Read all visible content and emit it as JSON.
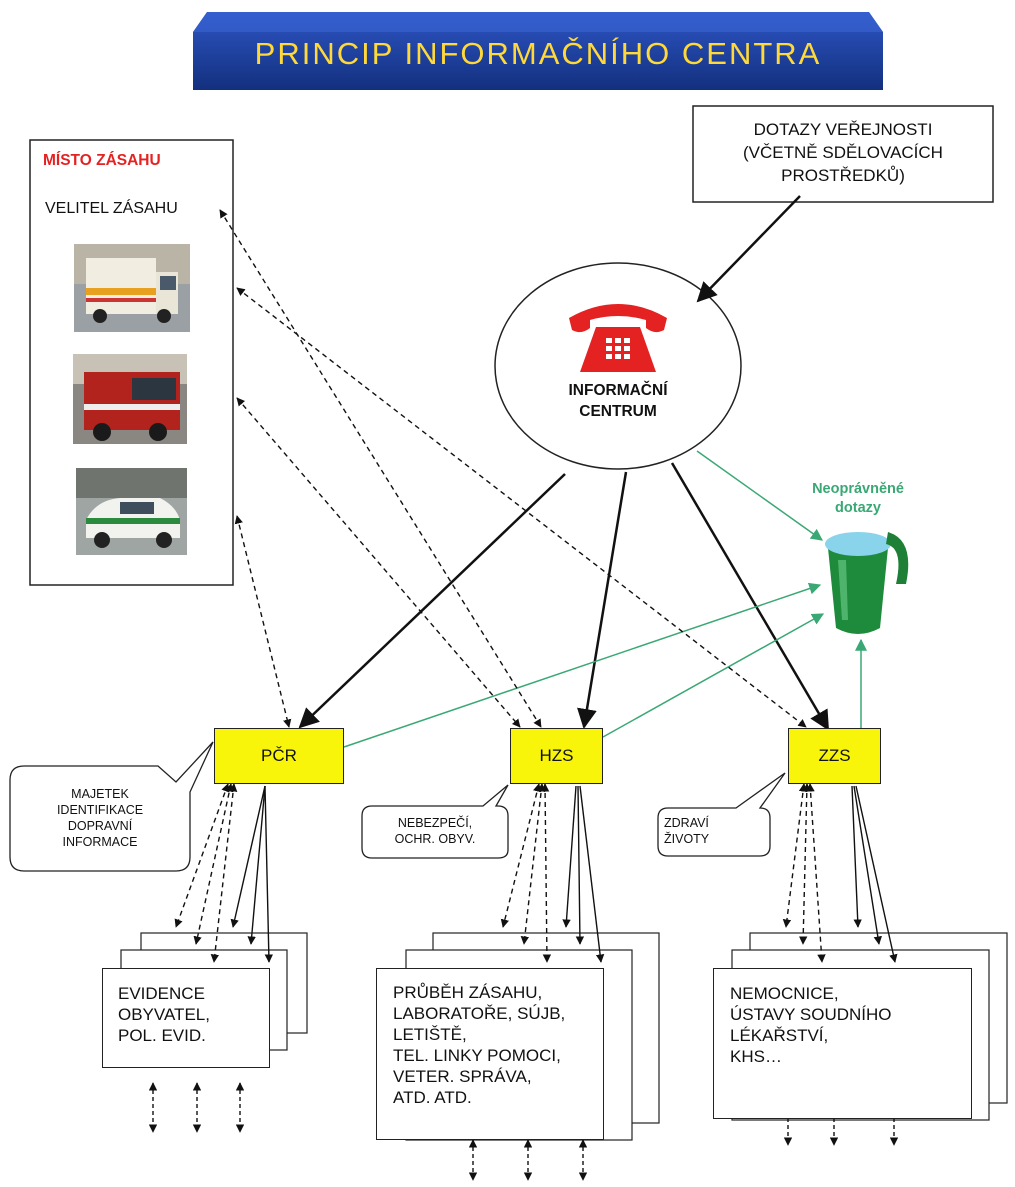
{
  "title": "PRINCIP INFORMAČNÍHO CENTRA",
  "colors": {
    "banner": "#1f3f9a",
    "banner_text": "#ffd83a",
    "red": "#e52222",
    "green": "#3aa874",
    "node_fill": "#f8f50a"
  },
  "public": {
    "text": "DOTAZY VEŘEJNOSTI\n(VČETNĚ SDĚLOVACÍCH\nPROSTŘEDKŮ)"
  },
  "center": {
    "text": "INFORMAČNÍ\nCENTRUM",
    "icon": "telephone-icon"
  },
  "trash": {
    "label": "Neoprávněné\ndotazy",
    "icon": "trash-bin-icon"
  },
  "site": {
    "title": "MÍSTO ZÁSAHU",
    "commander": "VELITEL ZÁSAHU",
    "images": [
      "ambulance-photo",
      "fire-truck-photo",
      "police-car-photo"
    ]
  },
  "nodes": {
    "pcr": "PČR",
    "hzs": "HZS",
    "zzs": "ZZS"
  },
  "callouts": {
    "pcr": "MAJETEK\nIDENTIFIKACE\nDOPRAVNÍ\nINFORMACE",
    "hzs": "NEBEZPEČÍ,\nOCHR. OBYV.",
    "zzs": "ZDRAVÍ\nŽIVOTY"
  },
  "stacks": {
    "pcr": "EVIDENCE\nOBYVATEL,\nPOL. EVID.",
    "hzs": "PRŮBĚH ZÁSAHU,\nLABORATOŘE, SÚJB,\nLETIŠTĚ,\nTEL. LINKY POMOCI,\nVETER. SPRÁVA,\nATD. ATD.",
    "zzs": "NEMOCNICE,\nÚSTAVY SOUDNÍHO\nLÉKAŘSTVÍ,\nKHS…"
  }
}
